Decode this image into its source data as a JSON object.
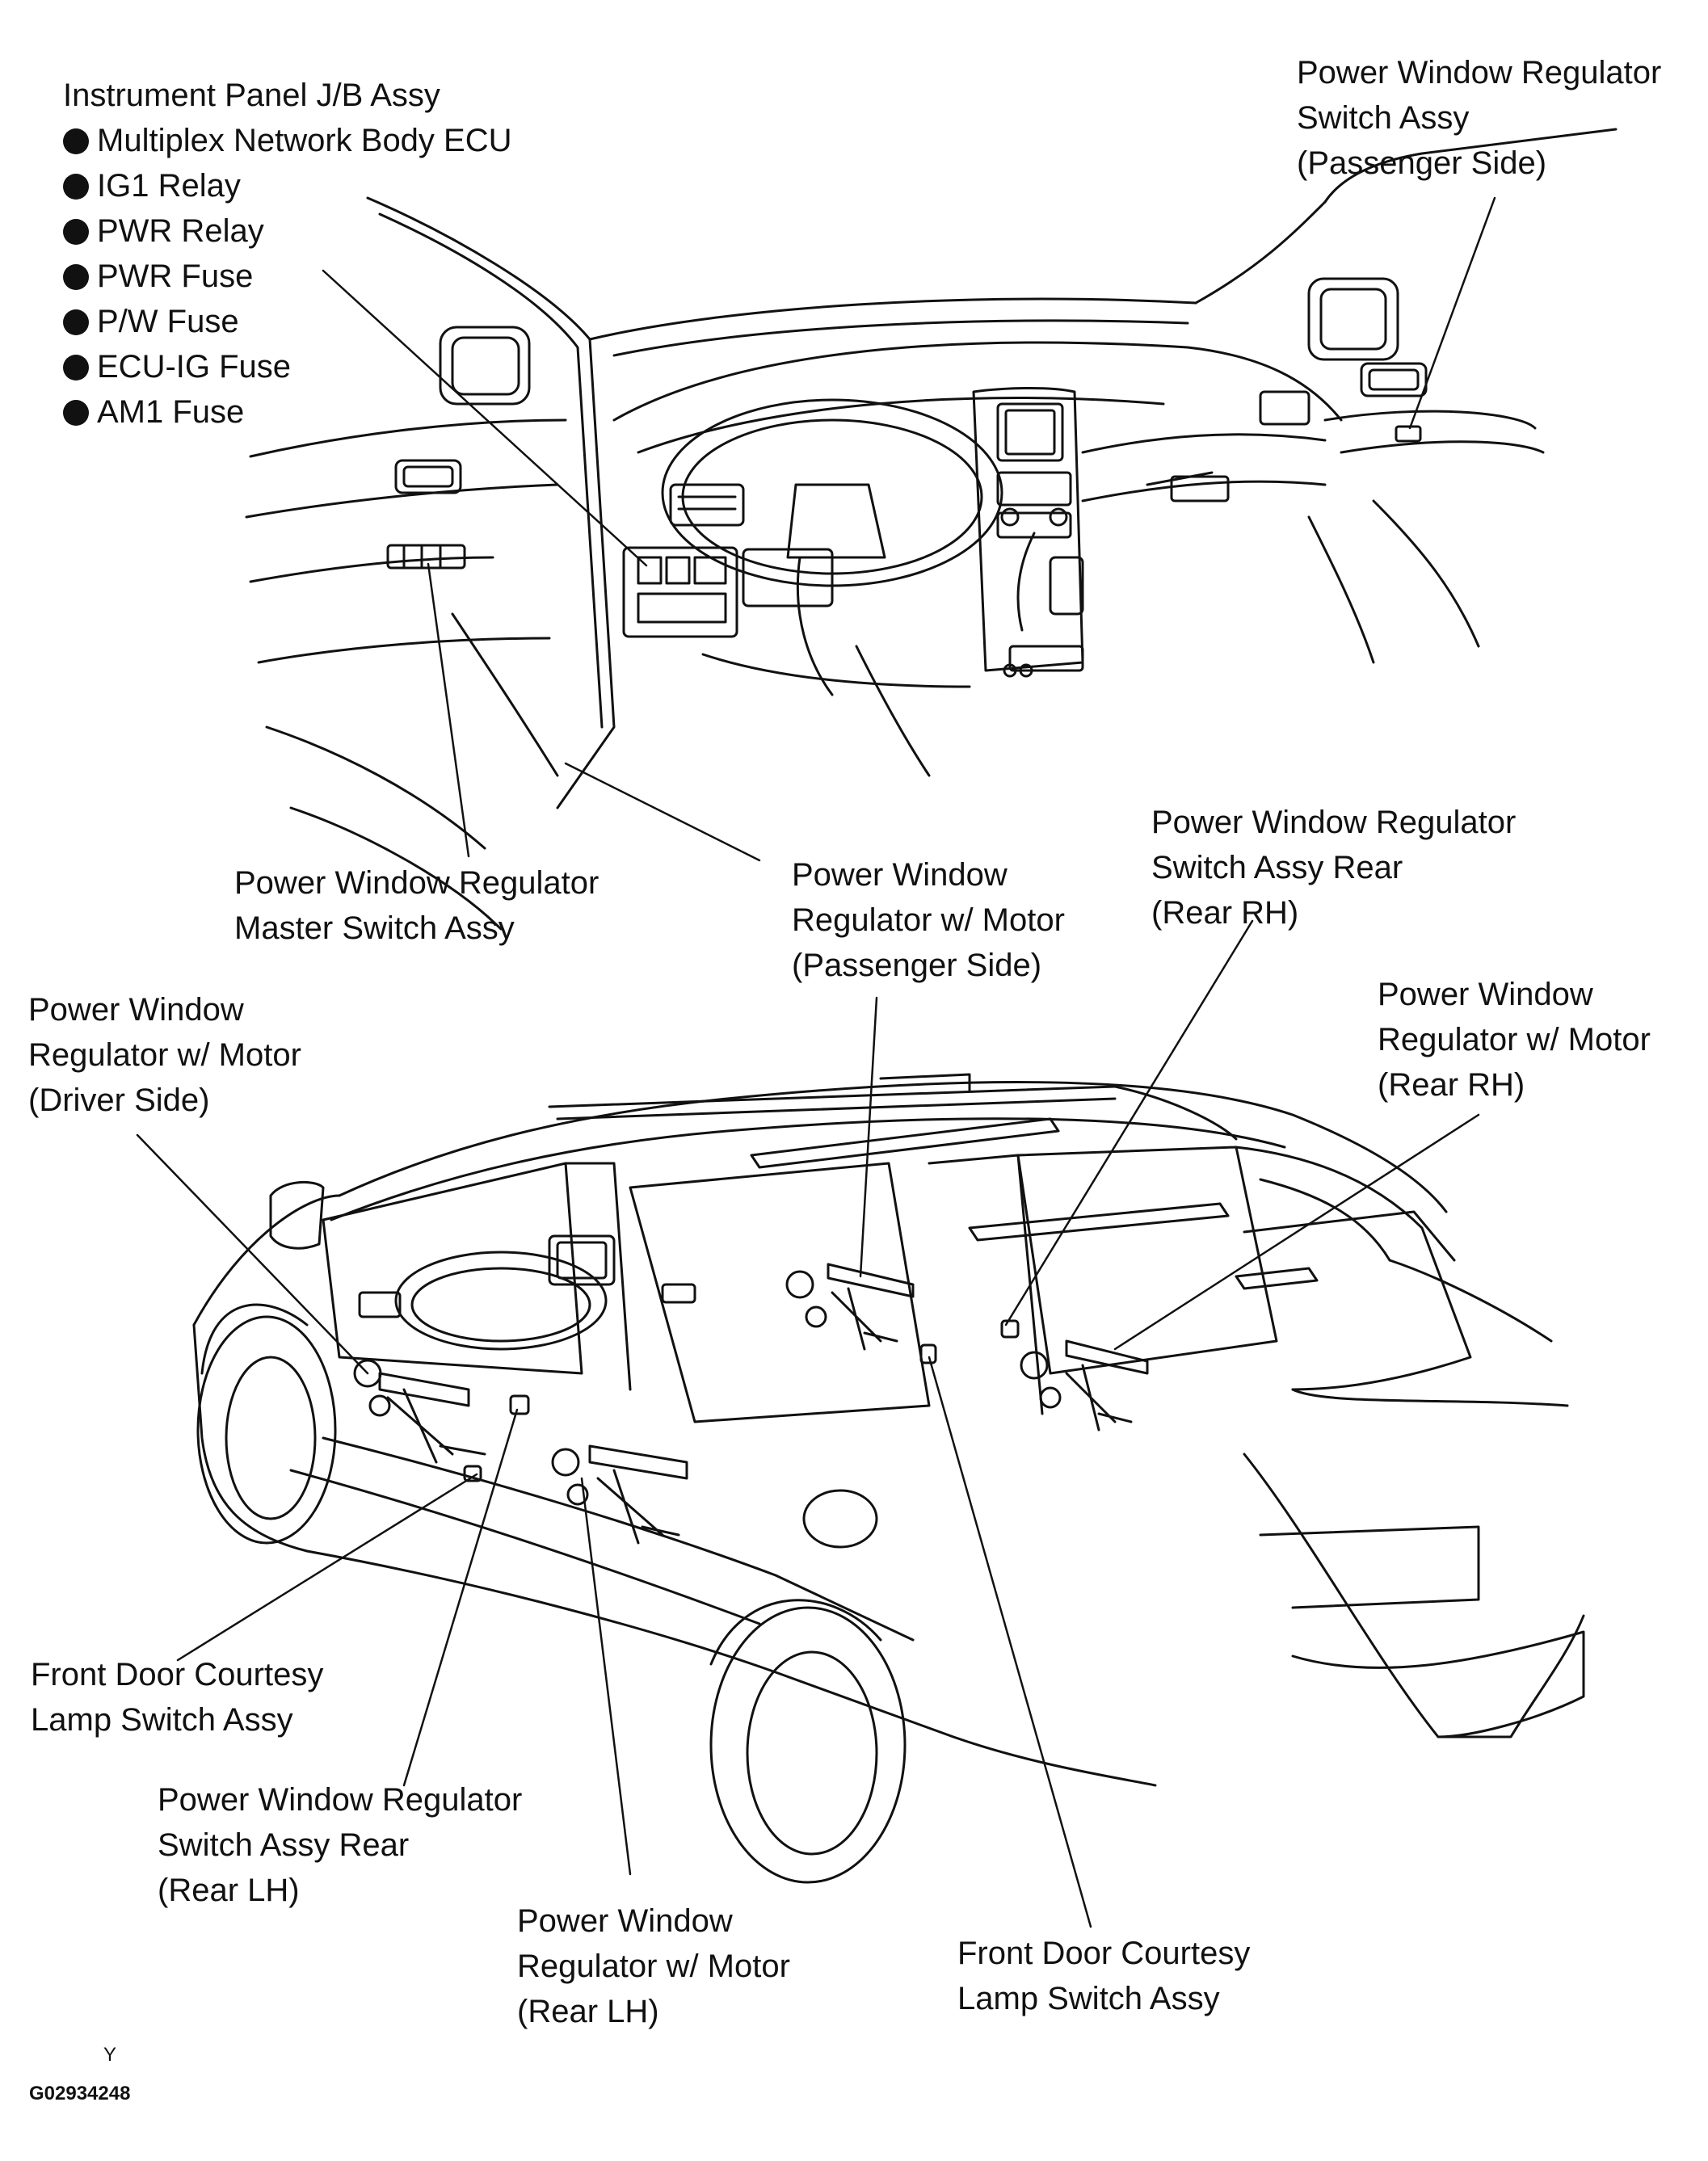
{
  "top_left": {
    "title": "Instrument Panel J/B Assy",
    "items": [
      "Multiplex Network Body ECU",
      "IG1 Relay",
      "PWR Relay",
      "PWR Fuse",
      "P/W Fuse",
      "ECU-IG Fuse",
      "AM1 Fuse"
    ]
  },
  "top_right": {
    "lines": [
      "Power Window Regulator",
      "Switch Assy",
      "(Passenger Side)"
    ]
  },
  "master_switch": {
    "lines": [
      "Power Window Regulator",
      "Master Switch Assy"
    ]
  },
  "regulator_passenger": {
    "lines": [
      "Power Window",
      "Regulator w/ Motor",
      "(Passenger Side)"
    ]
  },
  "switch_rear_rh": {
    "lines": [
      "Power Window Regulator",
      "Switch Assy Rear",
      "(Rear RH)"
    ]
  },
  "regulator_rear_rh": {
    "lines": [
      "Power Window",
      "Regulator w/ Motor",
      "(Rear RH)"
    ]
  },
  "regulator_driver": {
    "lines": [
      "Power Window",
      "Regulator w/ Motor",
      "(Driver Side)"
    ]
  },
  "courtesy_left": {
    "lines": [
      "Front Door Courtesy",
      "Lamp Switch Assy"
    ]
  },
  "switch_rear_lh": {
    "lines": [
      "Power Window Regulator",
      "Switch Assy Rear",
      "(Rear LH)"
    ]
  },
  "regulator_rear_lh": {
    "lines": [
      "Power Window",
      "Regulator w/ Motor",
      "(Rear LH)"
    ]
  },
  "courtesy_right": {
    "lines": [
      "Front Door Courtesy",
      "Lamp Switch Assy"
    ]
  },
  "footer": {
    "mark": "Y",
    "code": "G02934248"
  }
}
